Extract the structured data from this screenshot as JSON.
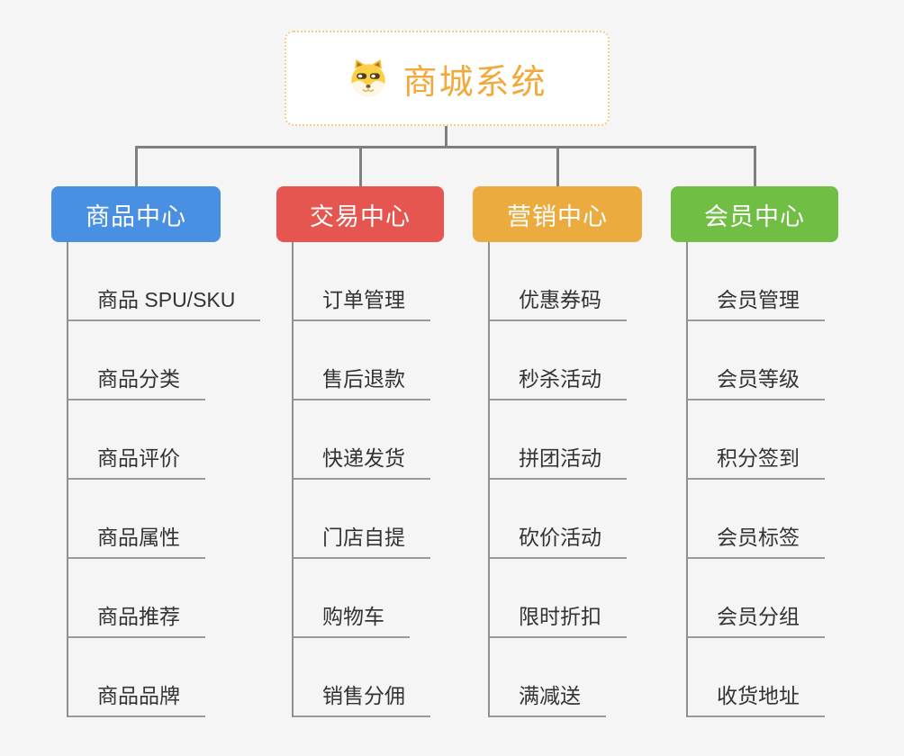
{
  "root": {
    "title": "商城系统",
    "icon": "shiba-dog-icon"
  },
  "branches": [
    {
      "label": "商品中心",
      "color": "#4a90e2",
      "items": [
        "商品 SPU/SKU",
        "商品分类",
        "商品评价",
        "商品属性",
        "商品推荐",
        "商品品牌"
      ]
    },
    {
      "label": "交易中心",
      "color": "#e4564f",
      "items": [
        "订单管理",
        "售后退款",
        "快递发货",
        "门店自提",
        "购物车",
        "销售分佣"
      ]
    },
    {
      "label": "营销中心",
      "color": "#ebab3e",
      "items": [
        "优惠券码",
        "秒杀活动",
        "拼团活动",
        "砍价活动",
        "限时折扣",
        "满减送"
      ]
    },
    {
      "label": "会员中心",
      "color": "#70be44",
      "items": [
        "会员管理",
        "会员等级",
        "积分签到",
        "会员标签",
        "会员分组",
        "收货地址"
      ]
    }
  ],
  "colors": {
    "background": "#f5f5f6",
    "connector": "#7f7f7f",
    "underline": "#9a9a9a",
    "root_accent": "#f2a93c",
    "root_border": "#f6cd86",
    "item_text": "#333333"
  }
}
